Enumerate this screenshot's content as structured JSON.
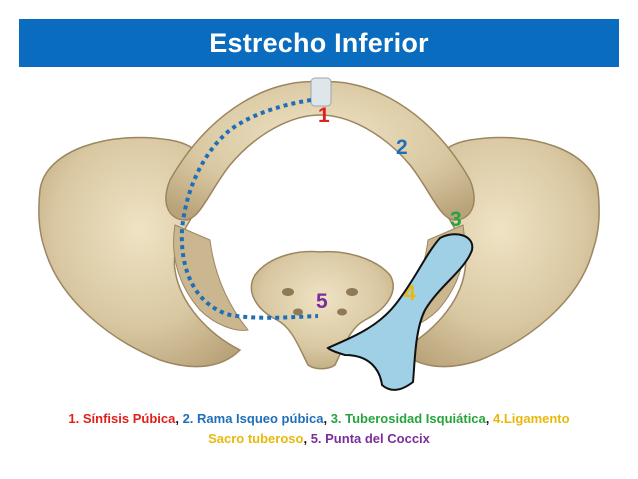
{
  "title": "Estrecho Inferior",
  "colors": {
    "title_bg": "#0a6cbf",
    "bone": "#d9c8a2",
    "dotted_outline": "#1f6fb8",
    "ligament_fill": "#9fd0e6",
    "label_1": "#e0201b",
    "label_2": "#1f6fb8",
    "label_3": "#27a33d",
    "label_4": "#e8b90c",
    "label_5": "#7a2e9a"
  },
  "markers": {
    "m1": "1",
    "m2": "2",
    "m3": "3",
    "m4": "4",
    "m5": "5"
  },
  "caption": {
    "p1": "1. Sínfisis Púbica",
    "sep1": ", ",
    "p2": "2. Rama Isqueo púbica",
    "sep2": ", ",
    "p3": "3. Tuberosidad Isquiática",
    "sep3": ", ",
    "p4a": "4.Ligamento",
    "p4b": "Sacro tuberoso",
    "sep4": ", ",
    "p5": "5. Punta del Coccix"
  }
}
